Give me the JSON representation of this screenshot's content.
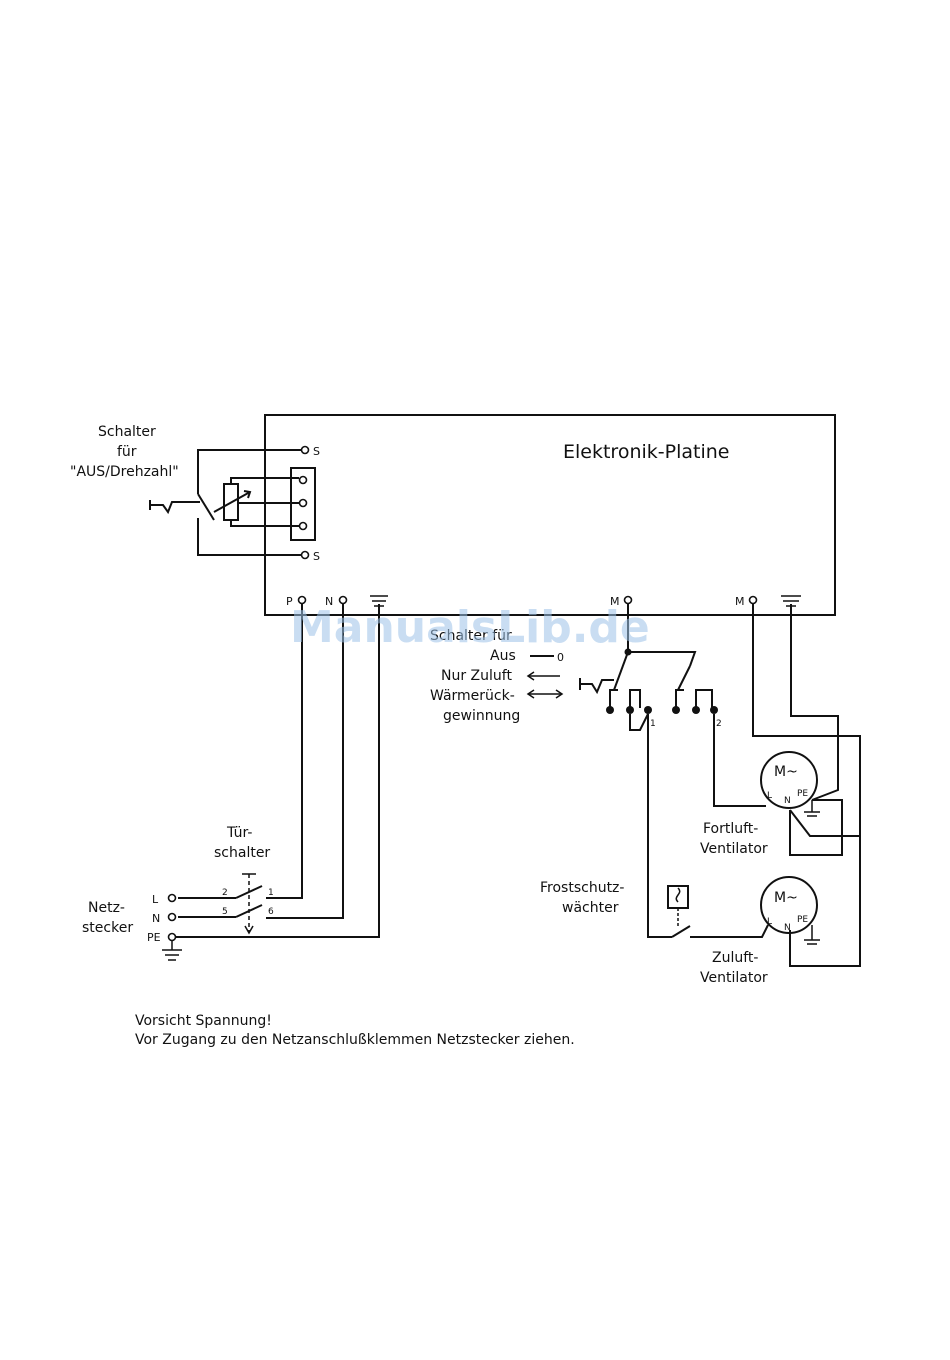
{
  "board": {
    "title": "Elektronik-Platine",
    "terminal_s": "S",
    "terminal_p": "P",
    "terminal_n": "N",
    "terminal_m": "M"
  },
  "speed_switch": {
    "line1": "Schalter",
    "line2": "für",
    "line3": "\"AUS/Drehzahl\""
  },
  "mode_switch": {
    "title": "Schalter für",
    "aus": "Aus",
    "aus_symbol": "0",
    "nur_zuluft": "Nur Zuluft",
    "waerme1": "Wärmerück-",
    "waerme2": "gewinnung",
    "contact1": "1",
    "contact2": "2"
  },
  "door_switch": {
    "line1": "Tür-",
    "line2": "schalter",
    "pin1": "1",
    "pin2": "2",
    "pin5": "5",
    "pin6": "6"
  },
  "plug": {
    "line1": "Netz-",
    "line2": "stecker",
    "l": "L",
    "n": "N",
    "pe": "PE"
  },
  "fan_exhaust": {
    "symbol": "M~",
    "l": "L",
    "n": "N",
    "pe": "PE",
    "line1": "Fortluft-",
    "line2": "Ventilator"
  },
  "fan_supply": {
    "symbol": "M~",
    "l": "L",
    "n": "N",
    "pe": "PE",
    "line1": "Zuluft-",
    "line2": "Ventilator"
  },
  "frost": {
    "line1": "Frostschutz-",
    "line2": "wächter"
  },
  "warning": {
    "line1": "Vorsicht Spannung!",
    "line2": "Vor Zugang zu den Netzanschlußklemmen Netzstecker ziehen."
  },
  "watermark": "ManualsLib.de"
}
